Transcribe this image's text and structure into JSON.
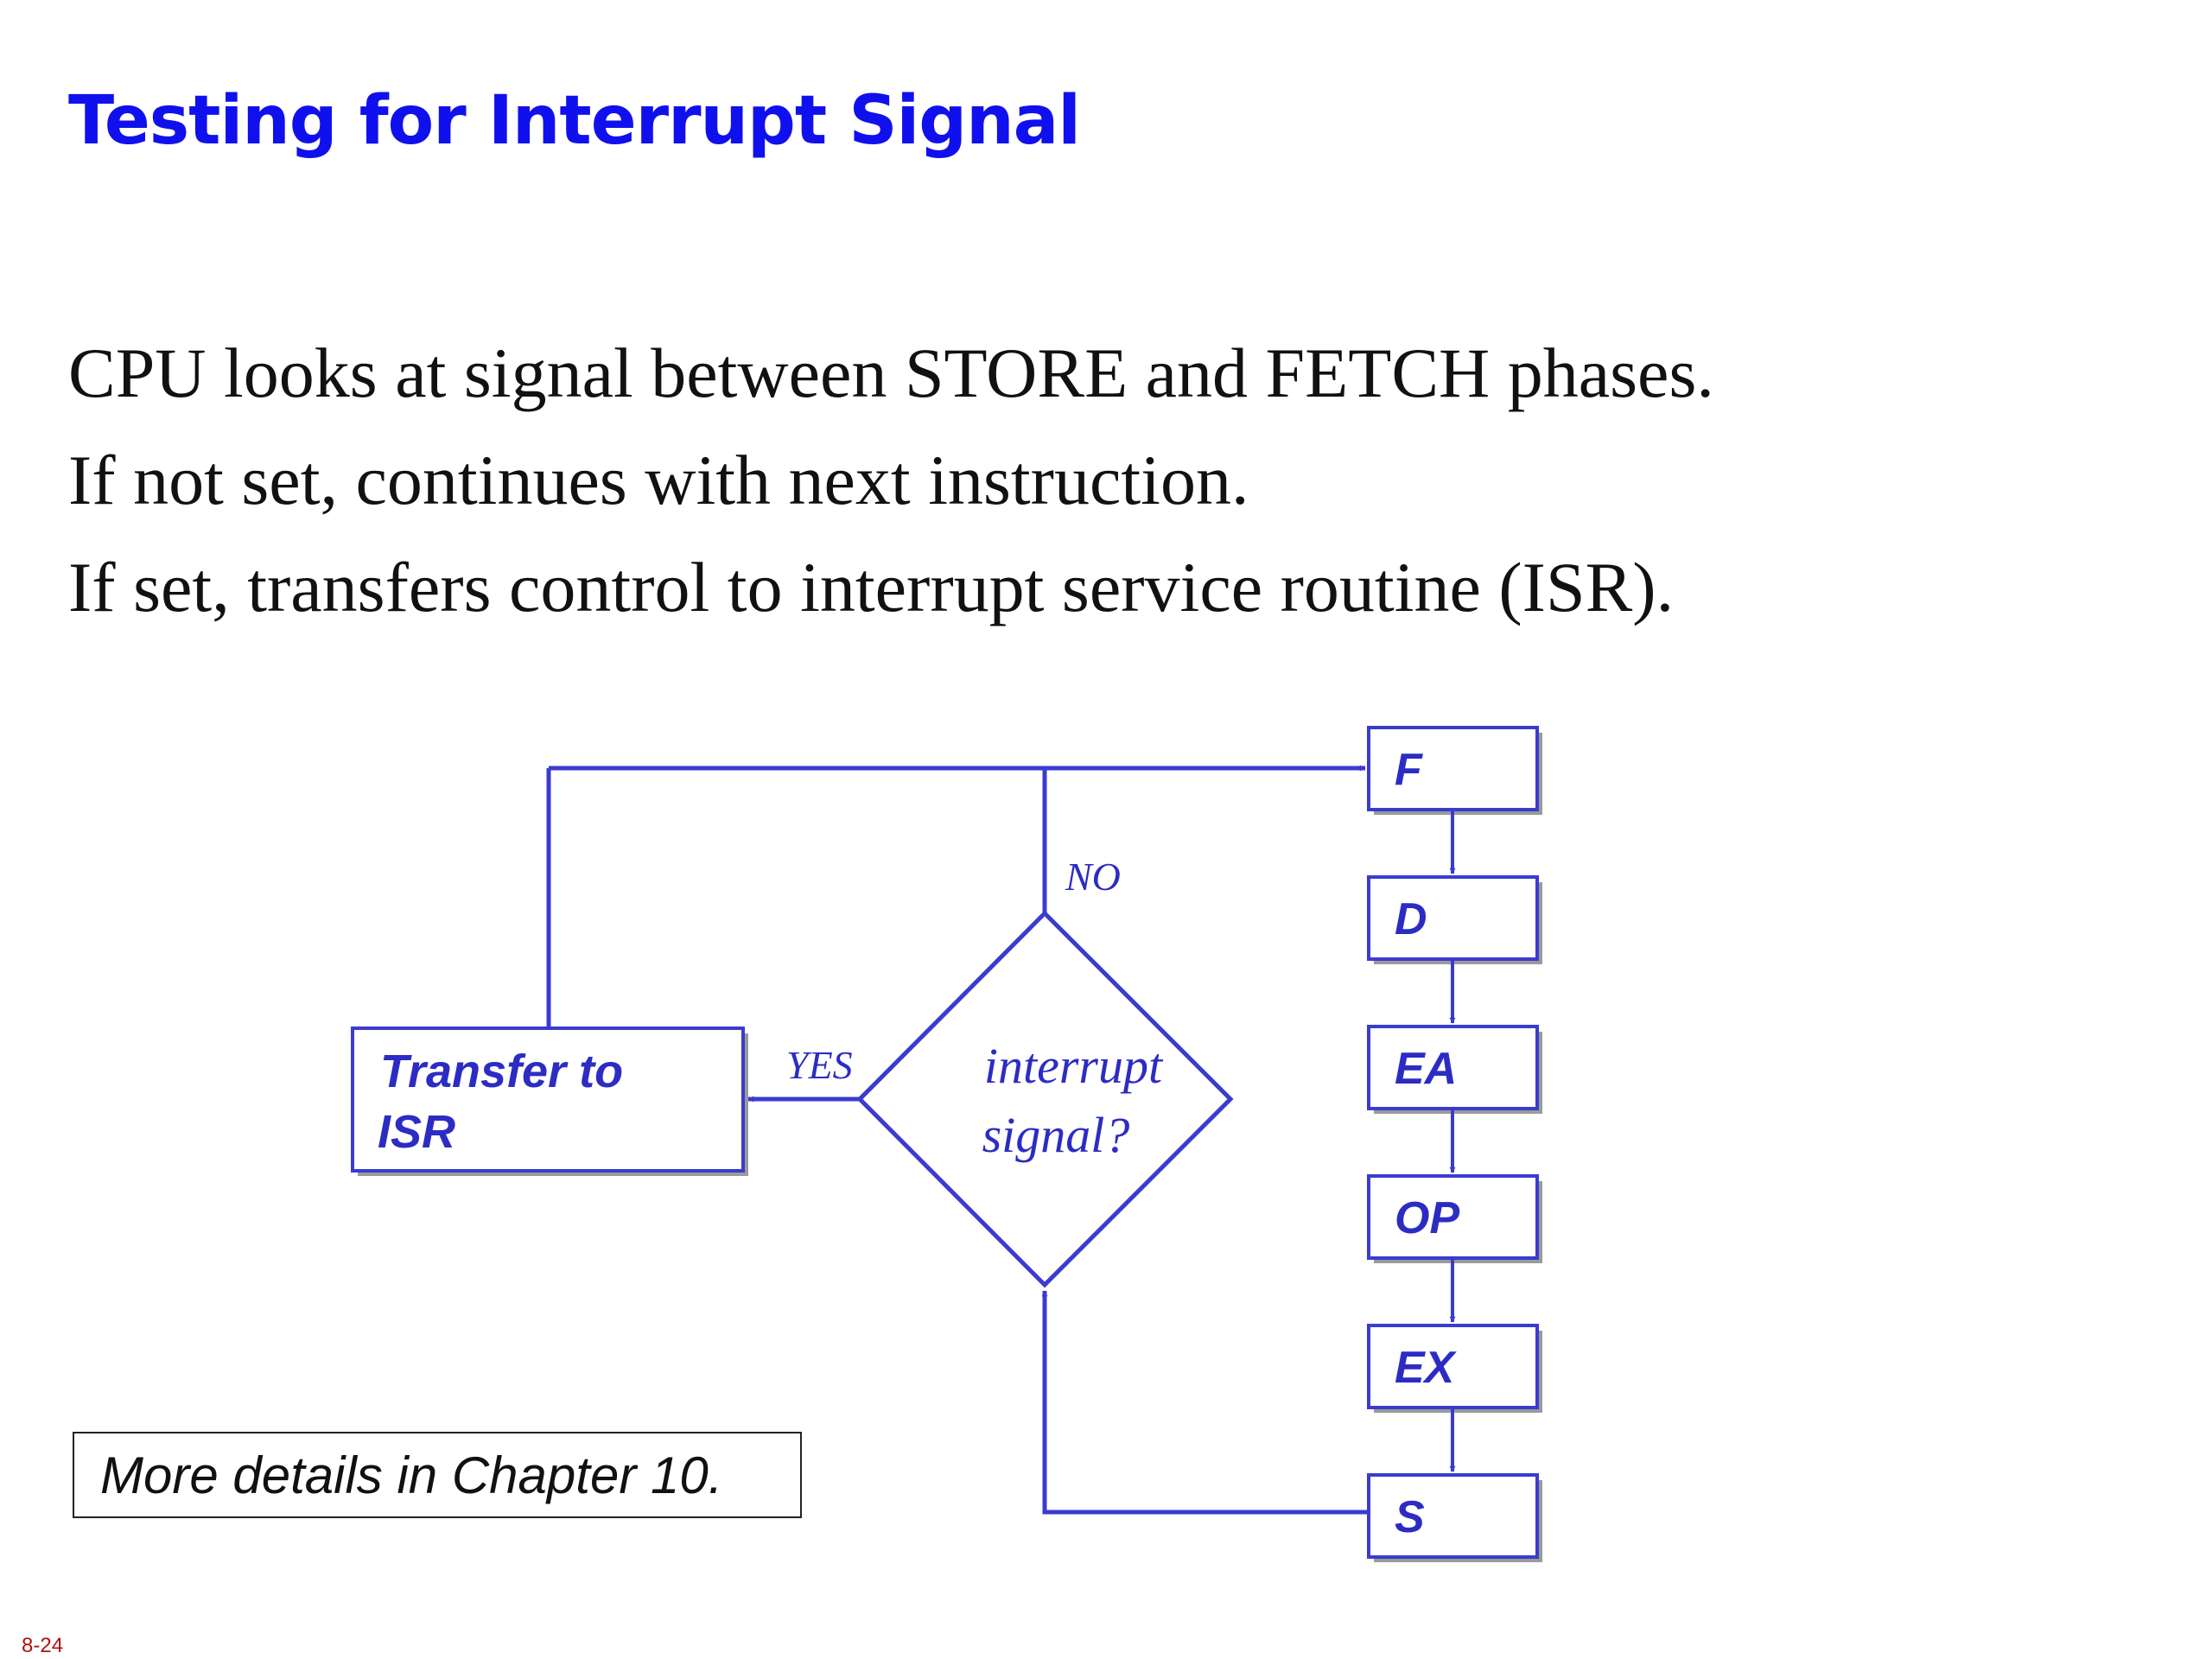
{
  "slide": {
    "title": "Testing for Interrupt Signal",
    "body_lines": [
      "CPU looks at signal between STORE and FETCH phases.",
      "If not set, continues with next instruction.",
      "If set, transfers control to interrupt service routine (ISR)."
    ],
    "note": "More details in Chapter 10.",
    "slide_number": "8-24"
  },
  "diagram": {
    "colors": {
      "stroke": "#3b3bd0",
      "text": "#2c2cc4",
      "box_fill": "#ffffff",
      "shadow": "#9a9a9a"
    },
    "phases": [
      "F",
      "D",
      "EA",
      "OP",
      "EX",
      "S"
    ],
    "decision": {
      "line1": "interrupt",
      "line2": "signal?"
    },
    "yes_label": "YES",
    "no_label": "NO",
    "isr_box": {
      "line1": "Transfer to",
      "line2": "ISR"
    }
  }
}
